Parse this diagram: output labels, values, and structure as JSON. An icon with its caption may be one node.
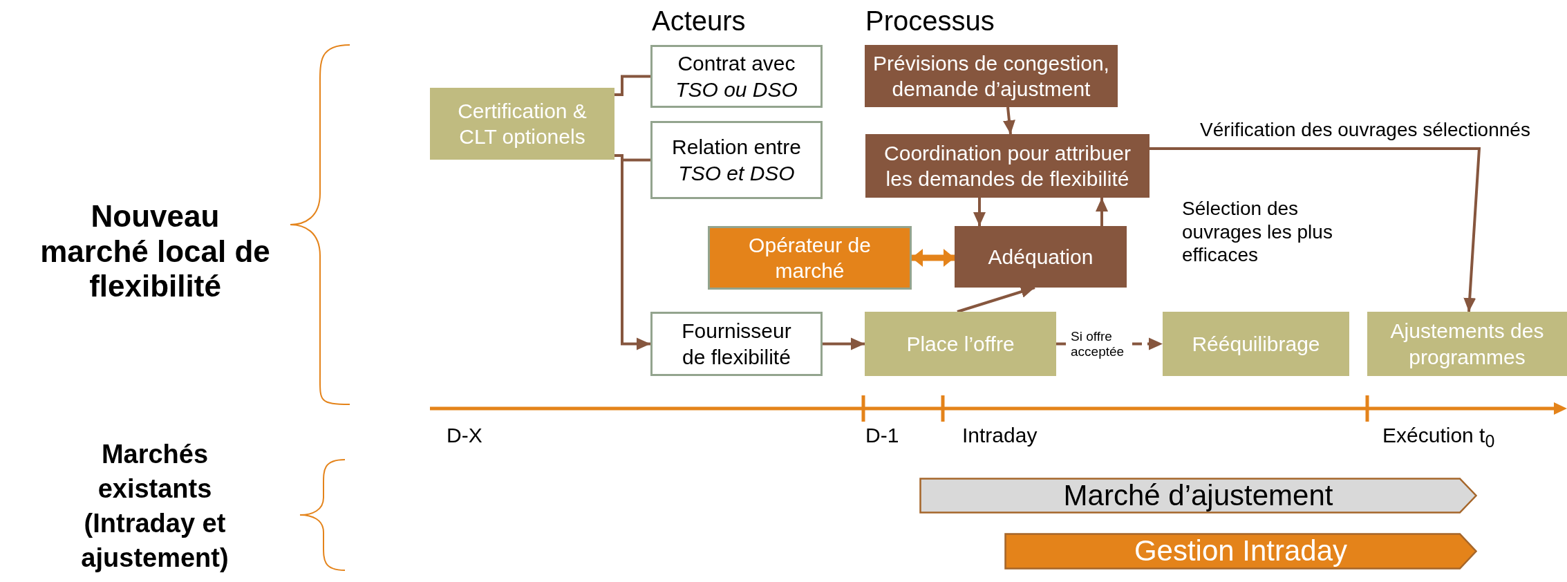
{
  "diagram": {
    "nodes": [
      {
        "text": [
          "Certification & CLT optionels"
        ]
      },
      {
        "text": [
          "Contrat avec *TSO ou DSO*"
        ]
      },
      {
        "text": [
          "Relation entre *TSO et DSO*"
        ]
      },
      {
        "text": [
          "Fournisseur de flexibilité"
        ]
      },
      {
        "text": [
          "Prévisions de congestion, demande d’ajustment"
        ]
      },
      {
        "text": [
          "Coordination pour attribuer les demandes de flexibilité"
        ]
      },
      {
        "text": [
          "Opérateur de marché"
        ]
      },
      {
        "text": [
          "Adéquation"
        ]
      },
      {
        "text": [
          "Place l’offre"
        ]
      },
      {
        "text": [
          "Rééquilibrage"
        ]
      },
      {
        "text": [
          "Ajustements des programmes"
        ]
      },
      {
        "text": [
          "Marché d’ajustement"
        ]
      },
      {
        "text": [
          "Gestion Intraday"
        ]
      }
    ],
    "edges": [
      {
        "from": 0,
        "to": 1,
        "arrow": "none"
      },
      {
        "from": 0,
        "to": 2,
        "arrow": "none"
      },
      {
        "from": 0,
        "to": 3,
        "arrow": "to"
      },
      {
        "from": 3,
        "to": 8,
        "arrow": "to"
      },
      {
        "from": 4,
        "to": 5,
        "arrow": "to"
      },
      {
        "from": 5,
        "to": 7,
        "arrow": "to"
      },
      {
        "from": 7,
        "to": 5,
        "arrow": "to"
      },
      {
        "from": 6,
        "to": 7,
        "arrow": "both",
        "style": "thick",
        "color": "#e4831a"
      },
      {
        "from": 8,
        "to": 7,
        "arrow": "to"
      },
      {
        "from": 8,
        "to": 9,
        "arrow": "to",
        "label": "Si offre acceptée",
        "style": "dashed"
      },
      {
        "from": 5,
        "to": 10,
        "arrow": "to",
        "label": "Vérification des ouvrages sélectionnés"
      }
    ],
    "labels": [
      "Acteurs",
      "Processus",
      "Nouveau marché local de flexibilité",
      "Sélection des ouvrages les plus efficaces",
      "D-X",
      "D-1",
      "Intraday",
      "Exécution t$_{0}$",
      "Marchés existants (Intraday et ajustement)"
    ]
  }
}
